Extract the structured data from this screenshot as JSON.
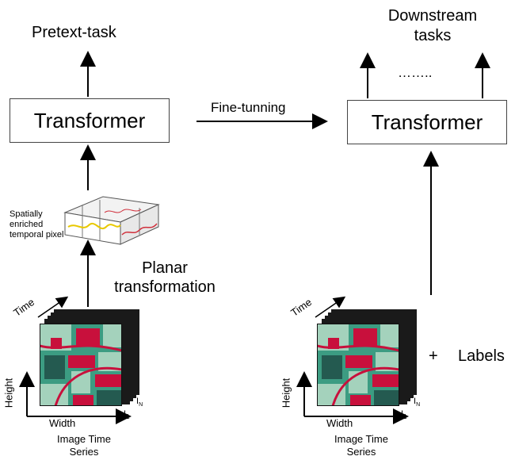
{
  "left": {
    "top_label": "Pretext-task",
    "box_label": "Transformer",
    "pixel_caption": [
      "Spatially",
      "enriched",
      "temporal pixel"
    ],
    "planar_label": [
      "Planar",
      "transformation"
    ],
    "stack": {
      "time_label": "Time",
      "height_label": "Height",
      "width_label": "Width",
      "i1_label": "I",
      "i1_sub": "1",
      "in_label": "I",
      "in_sub": "N",
      "caption": [
        "Image Time",
        "Series"
      ]
    }
  },
  "middle": {
    "arrow_label": "Fine-tunning"
  },
  "right": {
    "top_label": [
      "Downstream",
      "tasks"
    ],
    "dots": "……..",
    "box_label": "Transformer",
    "plus": "+",
    "labels": "Labels",
    "stack": {
      "time_label": "Time",
      "height_label": "Height",
      "width_label": "Width",
      "i1_label": "I",
      "i1_sub": "1",
      "in_label": "I",
      "in_sub": "N",
      "caption": [
        "Image Time",
        "Series"
      ]
    }
  },
  "colors": {
    "field_red": "#c8103c",
    "field_teal": "#3c9c82",
    "field_light": "#a4d2bc",
    "field_dark": "#245a50",
    "wave_red": "#d0303c",
    "wave_yellow": "#e8c800"
  }
}
